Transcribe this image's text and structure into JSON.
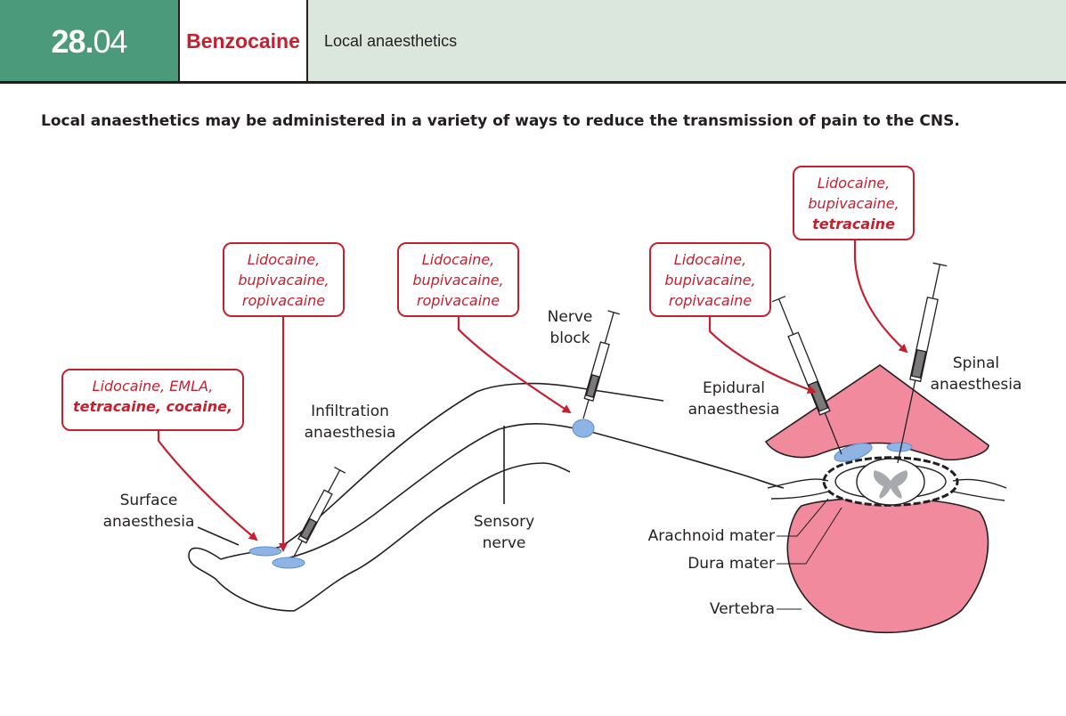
{
  "header": {
    "number_main": "28.",
    "number_sub": "04",
    "drug": "Benzocaine",
    "drug_class": "Local anaesthetics"
  },
  "headline": "Local anaesthetics may be administered in a variety of ways to reduce the transmission of pain to the CNS.",
  "callouts": {
    "surface": {
      "line1": "Lidocaine, EMLA,",
      "line2": "tetracaine, cocaine,"
    },
    "infiltration": {
      "line1": "Lidocaine,",
      "line2": "bupivacaine,",
      "line3": "ropivacaine"
    },
    "nerve_block": {
      "line1": "Lidocaine,",
      "line2": "bupivacaine,",
      "line3": "ropivacaine"
    },
    "epidural": {
      "line1": "Lidocaine,",
      "line2": "bupivacaine,",
      "line3": "ropivacaine"
    },
    "spinal": {
      "line1": "Lidocaine,",
      "line2": "bupivacaine,",
      "line3": "tetracaine"
    }
  },
  "labels": {
    "surface": {
      "line1": "Surface",
      "line2": "anaesthesia"
    },
    "infiltration": {
      "line1": "Infiltration",
      "line2": "anaesthesia"
    },
    "sensory": {
      "line1": "Sensory",
      "line2": "nerve"
    },
    "nerve_block": {
      "line1": "Nerve",
      "line2": "block"
    },
    "epidural": {
      "line1": "Epidural",
      "line2": "anaesthesia"
    },
    "spinal": {
      "line1": "Spinal",
      "line2": "anaesthesia"
    },
    "arachnoid": "Arachnoid mater",
    "dura": "Dura mater",
    "vertebra": "Vertebra"
  },
  "colors": {
    "accent_green": "#4a9a7b",
    "header_tint": "#dbe7dd",
    "drug_red": "#c5202f",
    "bone_pink": "#f28a9e",
    "drug_blue": "#8fb4e3",
    "cord_grey": "#a7a9ac"
  }
}
